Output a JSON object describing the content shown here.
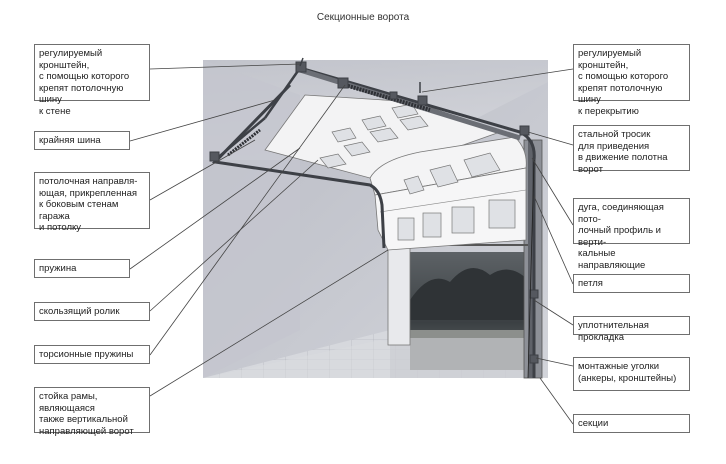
{
  "title": "Секционные ворота",
  "labels_left": [
    "регулируемый кронштейн,\nс помощью которого\nкрепят потолочную шину\nк стене",
    "крайняя шина",
    "потолочная направля-\nющая, прикрепленная\nк боковым стенам гаража\nи потолку",
    "пружина",
    "скользящий ролик",
    "торсионные пружины",
    "стойка рамы, являющаяся\nтакже вертикальной\nнаправляющей ворот"
  ],
  "labels_right": [
    "регулируемый кронштейн,\nс помощью которого\nкрепят потолочную шину\nк перекрытию",
    "стальной тросик\nдля приведения\nв движение полотна ворот",
    "дуга, соединяющая пото-\nлочный профиль и верти-\nкальные направляющие",
    "петля",
    "уплотнительная прокладка",
    "монтажные уголки\n(анкеры, кронштейны)",
    "секции"
  ]
}
